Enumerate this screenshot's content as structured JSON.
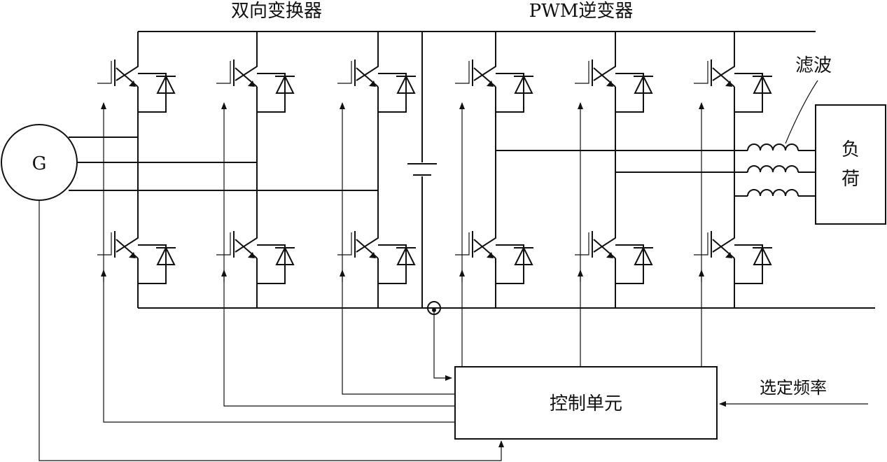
{
  "labels": {
    "bidirectional_converter": "双向变换器",
    "pwm_inverter": "PWM逆变器",
    "filter": "滤波",
    "load_line1": "负",
    "load_line2": "荷",
    "generator": "G",
    "control_unit": "控制单元",
    "frequency_select": "选定频率"
  },
  "colors": {
    "line": "#111111",
    "background": "#ffffff"
  },
  "counts": {
    "igbt_switches": 12,
    "filter_inductors": 3,
    "inductor_turns": 4
  }
}
